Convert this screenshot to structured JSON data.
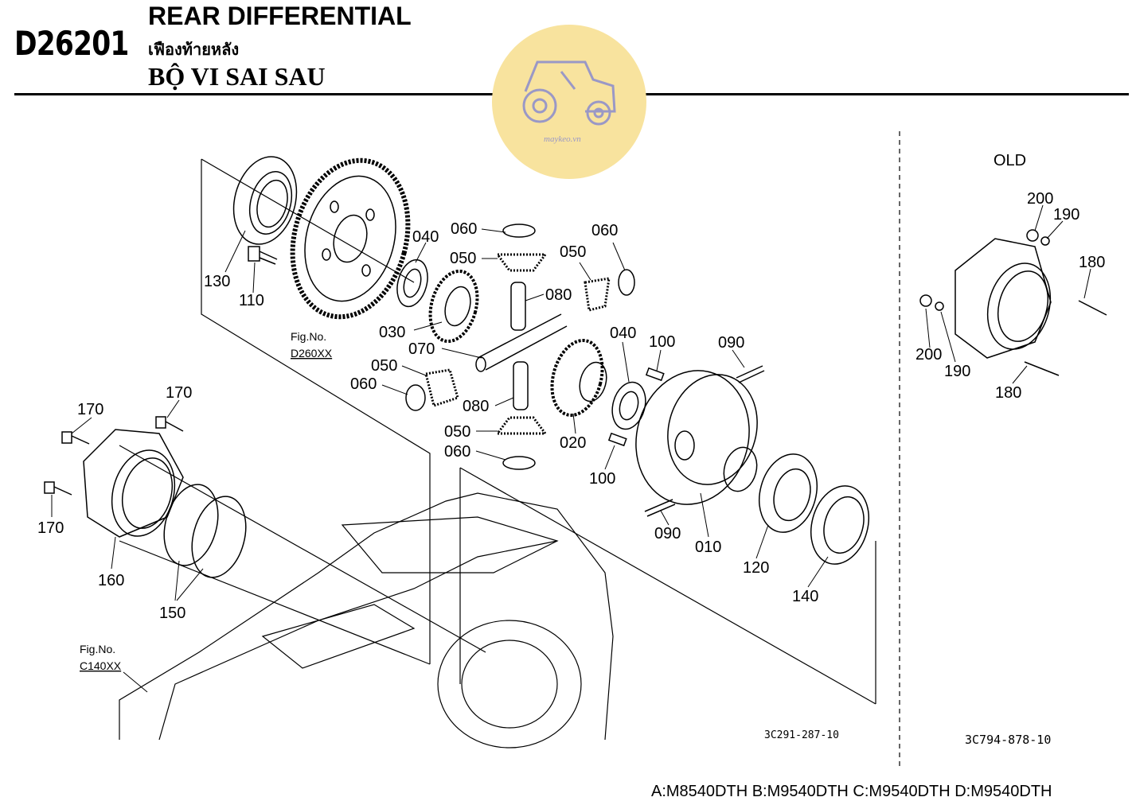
{
  "header": {
    "code": "D26201",
    "title_en": "REAR DIFFERENTIAL",
    "title_th": "เฟืองท้ายหลัง",
    "title_vi": "BỘ VI SAI SAU"
  },
  "watermark": {
    "text": "maykeo.vn",
    "color": "#f8e39e"
  },
  "side_panel": {
    "title": "OLD",
    "drawing_ref": "3C794-878-10"
  },
  "main": {
    "drawing_ref": "3C291-287-10"
  },
  "fig_refs": [
    {
      "label": "Fig.No.",
      "ref": "D260XX"
    },
    {
      "label": "Fig.No.",
      "ref": "C140XX"
    }
  ],
  "parts": {
    "p010": "010",
    "p020": "020",
    "p030": "030",
    "p040a": "040",
    "p040b": "040",
    "p050a": "050",
    "p050b": "050",
    "p050c": "050",
    "p050d": "050",
    "p060a": "060",
    "p060b": "060",
    "p060c": "060",
    "p060d": "060",
    "p070": "070",
    "p080a": "080",
    "p080b": "080",
    "p090a": "090",
    "p090b": "090",
    "p100a": "100",
    "p100b": "100",
    "p110": "110",
    "p120": "120",
    "p130": "130",
    "p140": "140",
    "p150": "150",
    "p160": "160",
    "p170a": "170",
    "p170b": "170",
    "p170c": "170",
    "p180a": "180",
    "p180b": "180",
    "p190a": "190",
    "p190b": "190",
    "p200a": "200",
    "p200b": "200"
  },
  "footer": {
    "models": "A:M8540DTH B:M9540DTH C:M9540DTH D:M9540DTH"
  }
}
